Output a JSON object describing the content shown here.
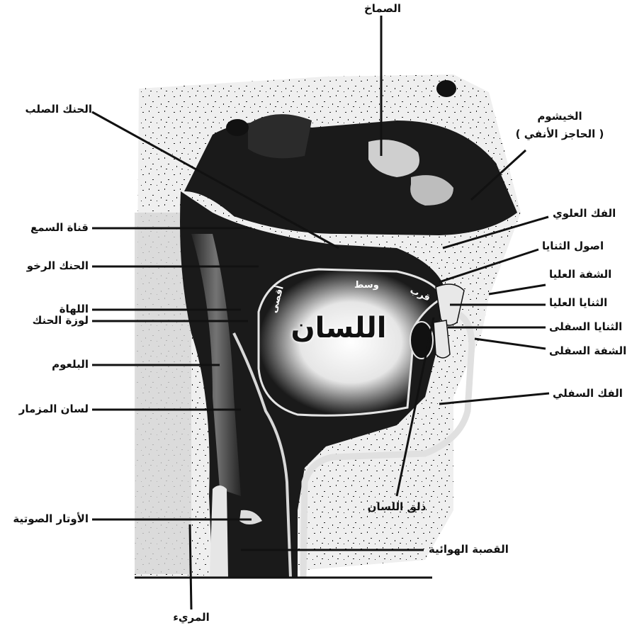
{
  "diagram": {
    "center_label": "اللسان",
    "tongue_parts": {
      "back": "أقصى",
      "middle": "وسط",
      "front": "قرب"
    },
    "labels": {
      "sinus": "الصماخ",
      "hard_palate": "الحنك الصلب",
      "nasal_cavity_line1": "الخيشوم",
      "nasal_cavity_line2": "( الحاجز الأنفي )",
      "upper_jaw": "الفك العلوي",
      "tooth_roots": "اصول الثنايا",
      "upper_lip": "الشفة العليا",
      "upper_incisors": "الثنايا العليا",
      "lower_incisors": "الثنايا السفلى",
      "lower_lip": "الشفة السفلى",
      "lower_jaw": "الفك السفلي",
      "tongue_tip": "ذلق اللسان",
      "trachea": "القصبة الهوائية",
      "vocal_cords": "الأوتار الصوتية",
      "esophagus": "المريء",
      "epiglottis": "لسان المزمار",
      "pharynx": "البلعوم",
      "tonsil": "لوزة الحنك",
      "uvula": "اللهاة",
      "soft_palate": "الحنك الرخو",
      "ear_canal": "قناة السمع"
    }
  },
  "colors": {
    "ink": "#111111",
    "paper": "#ffffff",
    "tissue": "#1a1a1a",
    "bone_speckle": "#ececec"
  }
}
